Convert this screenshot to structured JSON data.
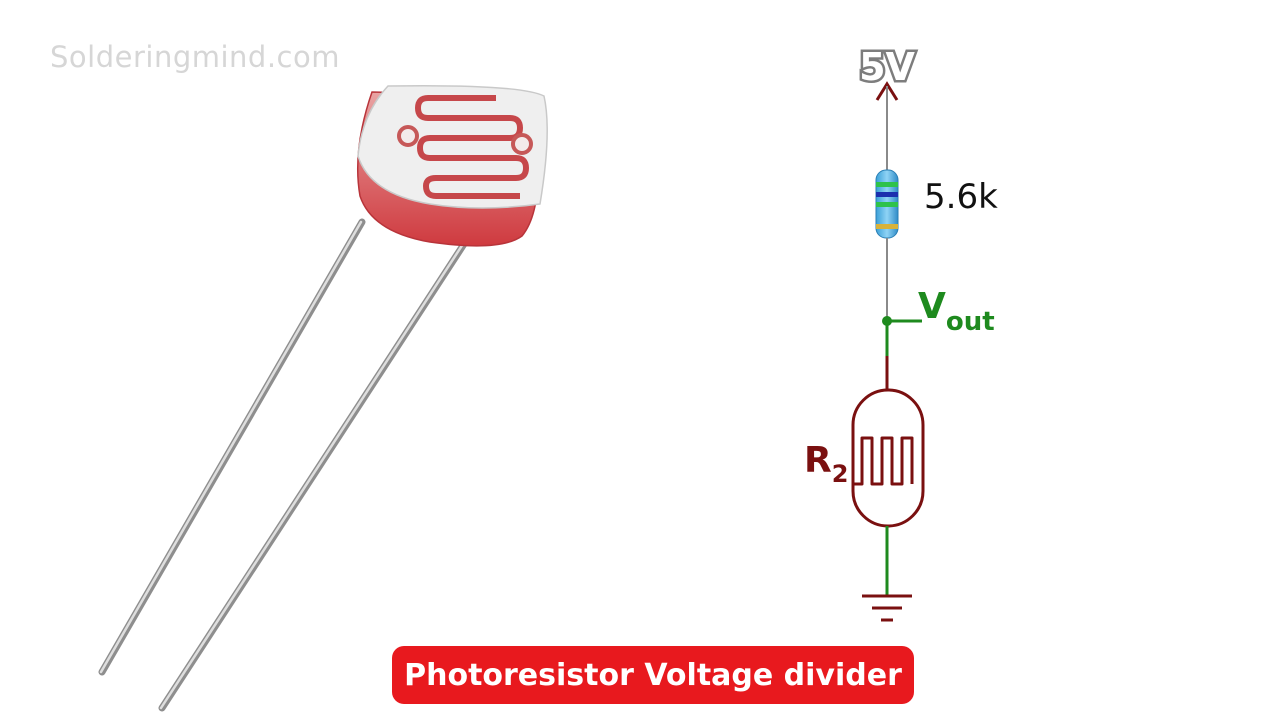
{
  "watermark": "Solderingmind.com",
  "circuit": {
    "supply_label": "5V",
    "resistor_value": "5.6k",
    "output_label_main": "V",
    "output_label_sub": "out",
    "ldr_label_main": "R",
    "ldr_label_sub": "2"
  },
  "caption": "Photoresistor Voltage divider",
  "colors": {
    "wire_top": "#8a8a8a",
    "wire_mid": "#1e8a1e",
    "wire_bottom": "#7a1010",
    "caption_bg": "#e8191e",
    "ldr_body": "#d2454a"
  }
}
